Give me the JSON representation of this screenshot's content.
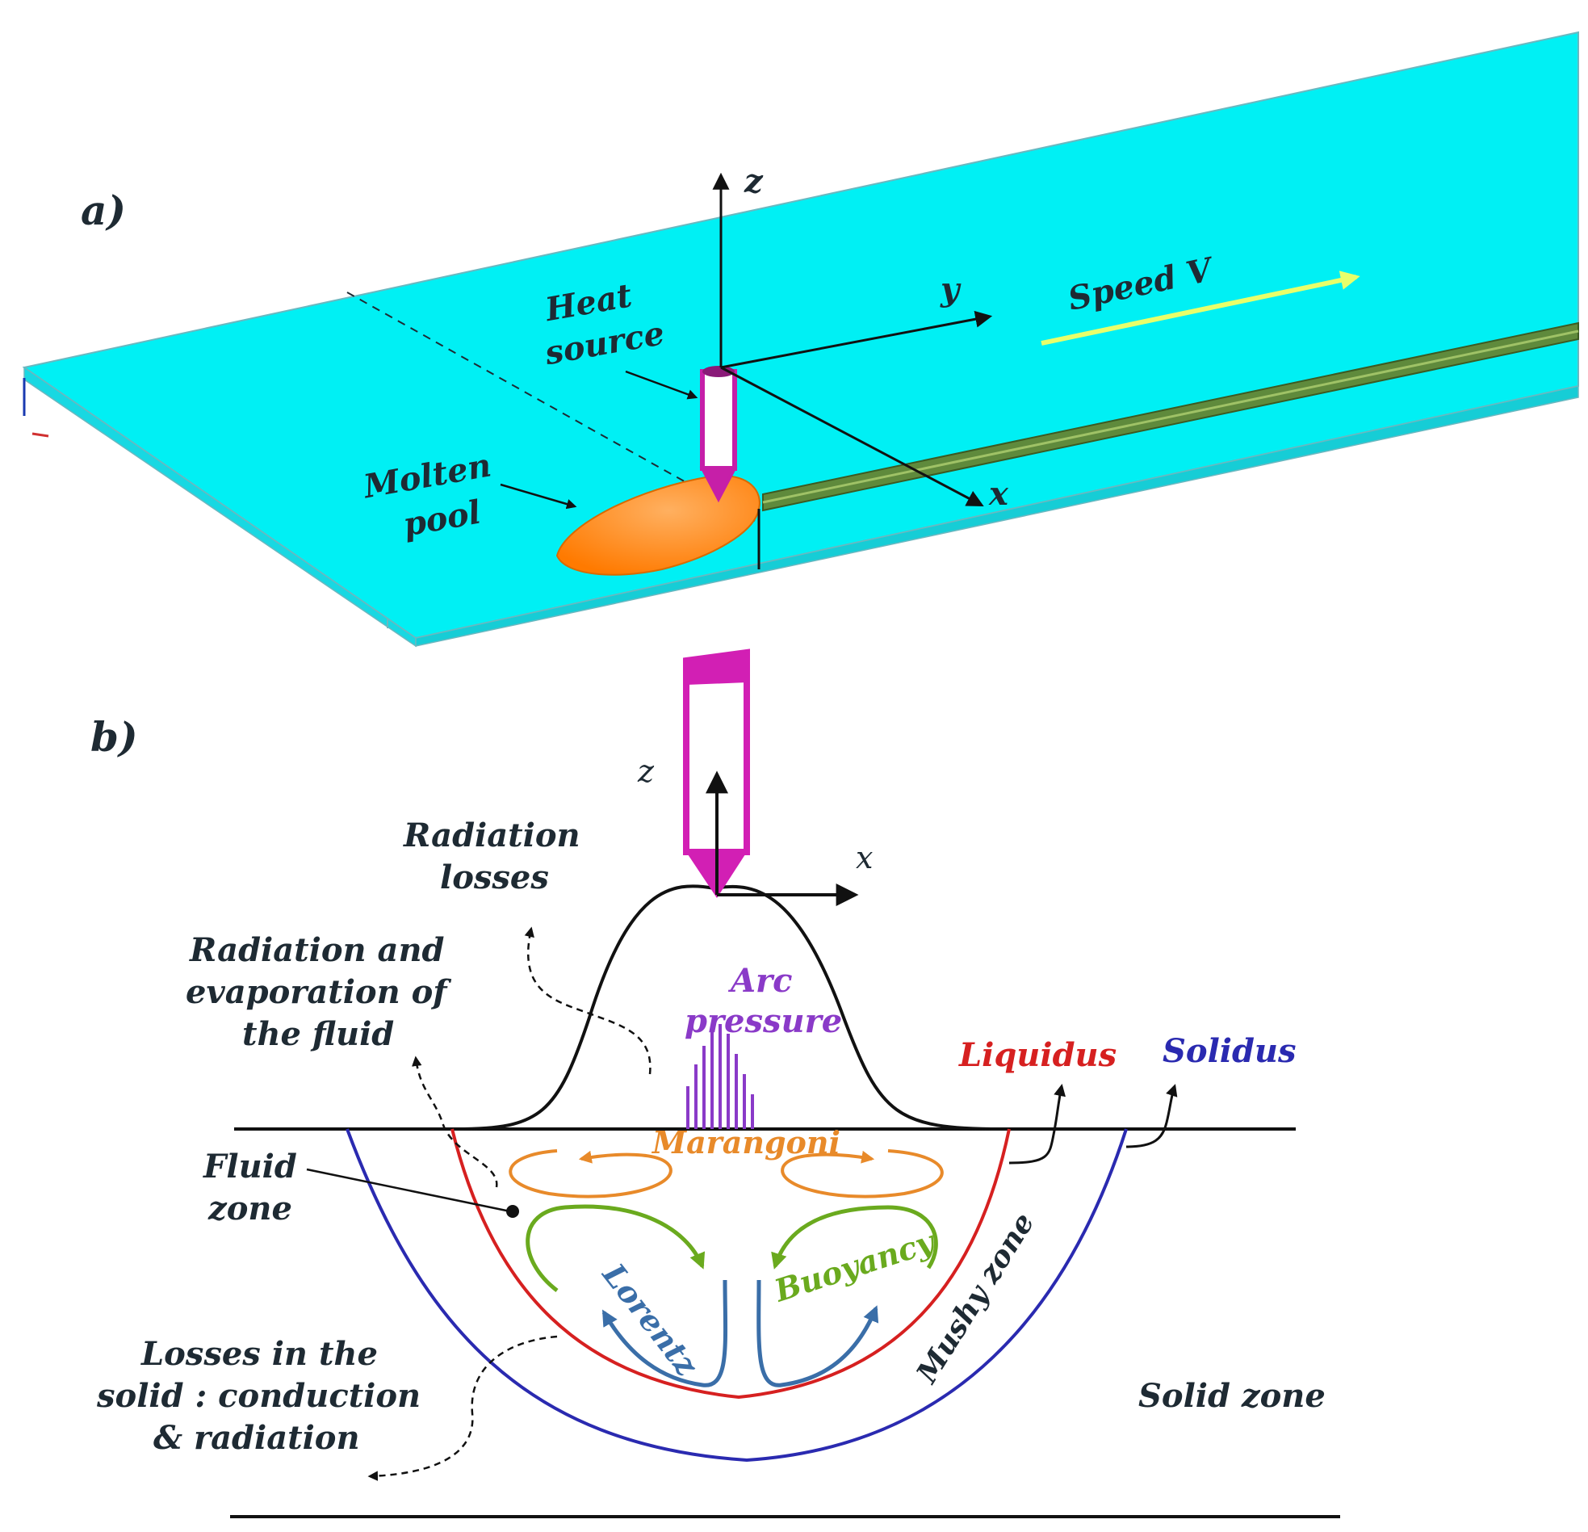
{
  "panel_a": {
    "label": "a)",
    "axis_z": "z",
    "axis_y": "y",
    "axis_x": "x",
    "heat_source": [
      "Heat",
      "source"
    ],
    "molten_pool": [
      "Molten",
      "pool"
    ],
    "speed": "Speed V"
  },
  "panel_b": {
    "label": "b)",
    "axis_z": "z",
    "axis_x": "x",
    "radiation_losses": [
      "Radiation",
      "losses"
    ],
    "radiation_evaporation": [
      "Radiation and",
      "evaporation of",
      "the fluid"
    ],
    "arc_pressure": [
      "Arc",
      "pressure"
    ],
    "liquidus": "Liquidus",
    "solidus": "Solidus",
    "marangoni": "Marangoni",
    "fluid_zone": [
      "Fluid",
      "zone"
    ],
    "lorentz": "Lorentz",
    "buoyancy": "Buoyancy",
    "mushy_zone": "Mushy zone",
    "losses_solid": [
      "Losses in the",
      "solid : conduction",
      "& radiation"
    ],
    "solid_zone": "Solid zone"
  },
  "colors": {
    "plate_top": "#00f0f4",
    "plate_side": "#22dde6",
    "torch": "#d21fb4",
    "molten_pool": "#ff8a14",
    "liquidus": "#d62020",
    "solidus": "#2a2ab0",
    "marangoni": "#e88a2a",
    "buoyancy": "#6aaa1e",
    "lorentz": "#3a6ea8",
    "arc_pressure": "#8a3ac8",
    "speed_arrow": "#e8ff6a",
    "text": "#1e2a33"
  }
}
